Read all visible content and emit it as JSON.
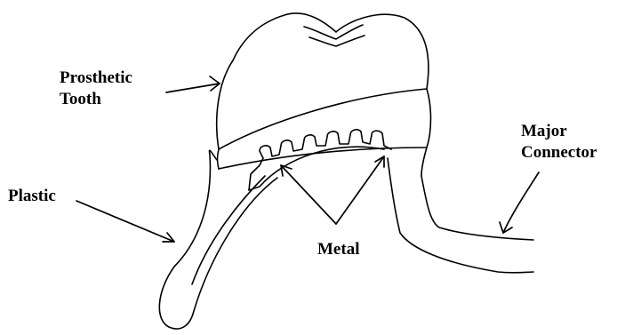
{
  "labels": {
    "prosthetic_tooth": [
      "Prosthetic",
      "Tooth"
    ],
    "major_connector": [
      "Major",
      "Connector"
    ],
    "plastic": "Plastic",
    "metal": "Metal"
  }
}
